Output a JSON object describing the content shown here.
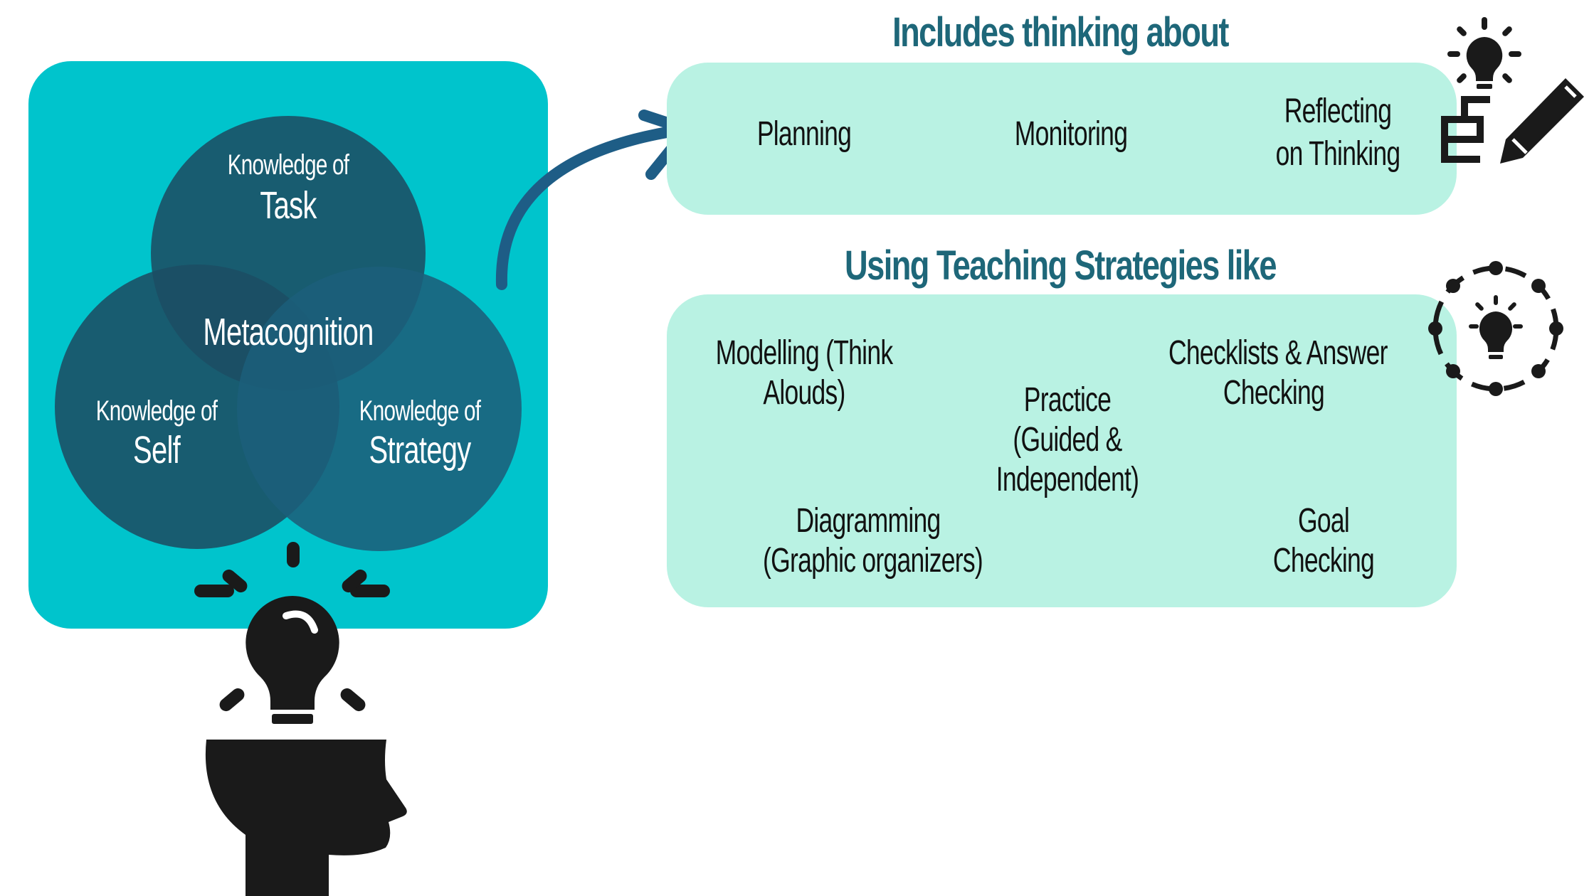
{
  "colors": {
    "left_panel": "#00c4cc",
    "light_box": "#b9f2e3",
    "heading": "#1e6779",
    "venn_fill": "#1b4d63",
    "arrow": "#1e5d86",
    "icon": "#1a1a1a"
  },
  "venn": {
    "task": {
      "small": "Knowledge of",
      "big": "Task"
    },
    "self": {
      "small": "Knowledge of",
      "big": "Self"
    },
    "strategy": {
      "small": "Knowledge of",
      "big": "Strategy"
    },
    "center": "Metacognition"
  },
  "thinking": {
    "heading": "Includes thinking about",
    "items": [
      "Planning",
      "Monitoring",
      "Reflecting",
      "on Thinking"
    ]
  },
  "strategies": {
    "heading": "Using Teaching Strategies like",
    "modelling": [
      "Modelling (Think",
      "Alouds)"
    ],
    "practice": [
      "Practice",
      "(Guided &",
      "Independent)"
    ],
    "checklists": [
      "Checklists & Answer",
      "Checking"
    ],
    "diagramming": [
      "Diagramming",
      "(Graphic organizers)"
    ],
    "goal": [
      "Goal",
      "Checking"
    ]
  },
  "icons": [
    "head-lightbulb-icon",
    "lightbulb-icon",
    "pencil-icon",
    "network-lightbulb-icon",
    "curved-arrow-icon"
  ]
}
